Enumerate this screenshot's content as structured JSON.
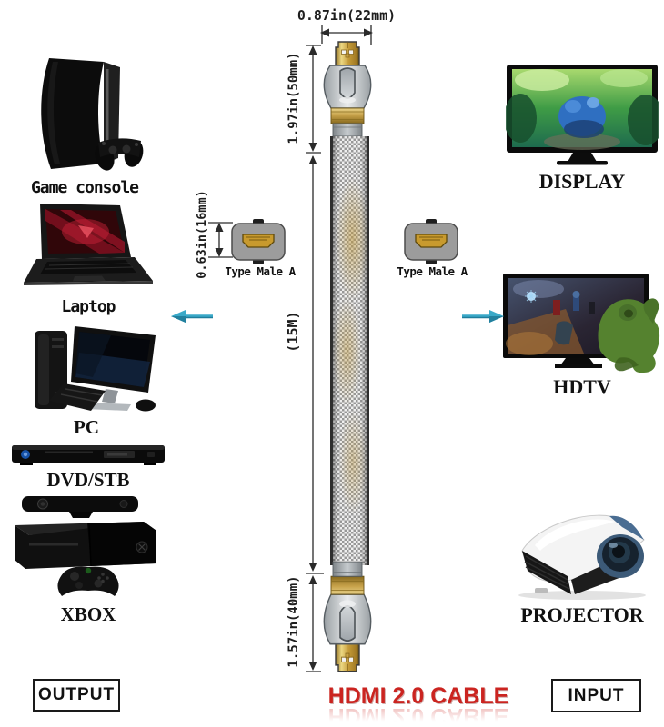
{
  "title": {
    "text": "HDMI 2.0 CABLE",
    "color": "#cb2420"
  },
  "sources": {
    "port_label": "OUTPUT",
    "items": [
      {
        "label": "Game console",
        "icon": "game-console-icon"
      },
      {
        "label": "Laptop",
        "icon": "laptop-icon"
      },
      {
        "label": "PC",
        "icon": "pc-icon"
      },
      {
        "label": "DVD/STB",
        "icon": "dvd-player-icon"
      },
      {
        "label": "XBOX",
        "icon": "xbox-icon"
      }
    ]
  },
  "sinks": {
    "port_label": "INPUT",
    "items": [
      {
        "label": "DISPLAY",
        "icon": "display-tv-icon"
      },
      {
        "label": "HDTV",
        "icon": "hdtv-icon"
      },
      {
        "label": "PROJECTOR",
        "icon": "projector-icon"
      }
    ]
  },
  "cable": {
    "plug_width_dim": "0.87in(22mm)",
    "top_connector_length_dim": "1.97in(50mm)",
    "cable_length_dim": "(15M)",
    "bottom_connector_length_dim": "1.57in(40mm)",
    "connector_height_dim": "0.63in(16mm)",
    "left_connector_type": "Type Male A",
    "right_connector_type": "Type Male A"
  },
  "colors": {
    "arrow_teal": "#3aa9c8",
    "title_red": "#cb2420",
    "gold": "#c49a38",
    "silver": "#c2c6c9",
    "dimension_line": "#2a2a2a"
  }
}
